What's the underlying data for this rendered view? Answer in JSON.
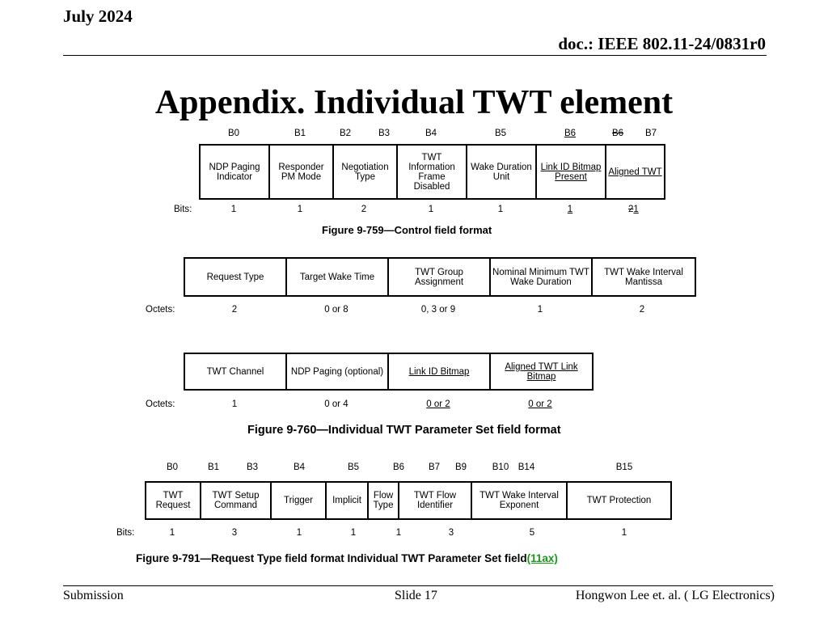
{
  "header": {
    "date": "July 2024",
    "doc": "doc.: IEEE 802.11-24/0831r0"
  },
  "title": "Appendix. Individual TWT element",
  "fig759": {
    "bit_labels": [
      "B0",
      "B1",
      "B2",
      "B3",
      "B4",
      "B5",
      "B6",
      "B6",
      "B7"
    ],
    "cells": [
      "NDP Paging Indicator",
      "Responder PM Mode",
      "Negotiation Type",
      "TWT Information Frame Disabled",
      "Wake Duration Unit",
      "Link ID Bitmap Present",
      "Aligned TWT"
    ],
    "row_label": "Bits:",
    "sizes": [
      "1",
      "1",
      "2",
      "1",
      "1",
      "1",
      "2",
      "1"
    ],
    "caption": "Figure 9-759—Control field format"
  },
  "fig760a": {
    "cells": [
      "Request Type",
      "Target Wake Time",
      "TWT Group Assignment",
      "Nominal Minimum TWT Wake Duration",
      "TWT Wake Interval Mantissa"
    ],
    "row_label": "Octets:",
    "sizes": [
      "2",
      "0 or 8",
      "0, 3 or 9",
      "1",
      "2"
    ]
  },
  "fig760b": {
    "cells": [
      "TWT Channel",
      "NDP Paging (optional)",
      "Link ID Bitmap",
      "Aligned TWT Link Bitmap"
    ],
    "row_label": "Octets:",
    "sizes": [
      "1",
      "0 or 4",
      "0 or 2",
      "0 or 2"
    ],
    "caption": "Figure 9-760—Individual TWT Parameter Set field format"
  },
  "fig791": {
    "bit_labels": [
      "B0",
      "B1",
      "B3",
      "B4",
      "B5",
      "B6",
      "B7",
      "B9",
      "B10",
      "B14",
      "B15"
    ],
    "cells": [
      "TWT Request",
      "TWT Setup Command",
      "Trigger",
      "Implicit",
      "Flow Type",
      "TWT Flow Identifier",
      "TWT Wake Interval Exponent",
      "TWT Protection"
    ],
    "row_label": "Bits:",
    "sizes": [
      "1",
      "3",
      "1",
      "1",
      "1",
      "3",
      "5",
      "1"
    ],
    "caption": "Figure 9-791—Request Type field format Individual TWT Parameter Set field",
    "caption_tag": "(11ax)"
  },
  "footer": {
    "left": "Submission",
    "center": "Slide 17",
    "right": "Hongwon Lee et. al. ( LG Electronics)"
  }
}
